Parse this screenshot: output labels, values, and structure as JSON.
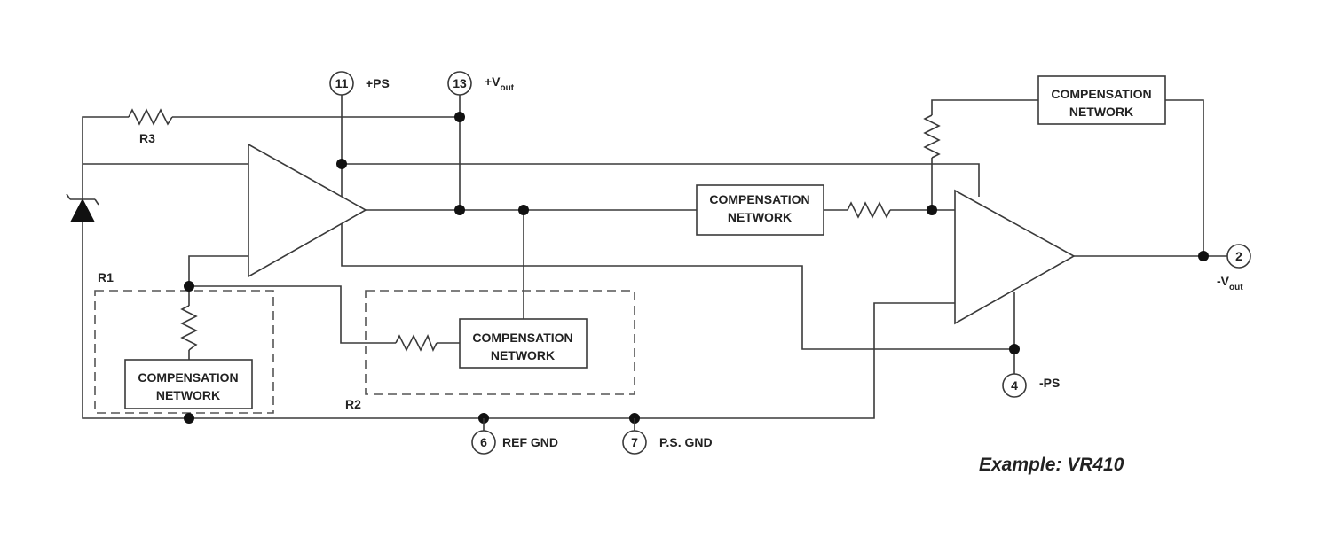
{
  "pins": {
    "p11": {
      "number": "11",
      "label": "+PS"
    },
    "p13": {
      "number": "13",
      "label": "+V",
      "label_sub": "out"
    },
    "p2": {
      "number": "2",
      "label": "-V",
      "label_sub": "out"
    },
    "p4": {
      "number": "4",
      "label": "-PS"
    },
    "p6": {
      "number": "6",
      "label": "REF GND"
    },
    "p7": {
      "number": "7",
      "label": "P.S. GND"
    }
  },
  "resistor_labels": {
    "r1": "R1",
    "r2": "R2",
    "r3": "R3"
  },
  "compensation": {
    "top_right": [
      "COMPENSATION",
      "NETWORK"
    ],
    "middle": [
      "COMPENSATION",
      "NETWORK"
    ],
    "r2_block": [
      "COMPENSATION",
      "NETWORK"
    ],
    "r1_block": [
      "COMPENSATION",
      "NETWORK"
    ]
  },
  "example": "Example: VR410"
}
